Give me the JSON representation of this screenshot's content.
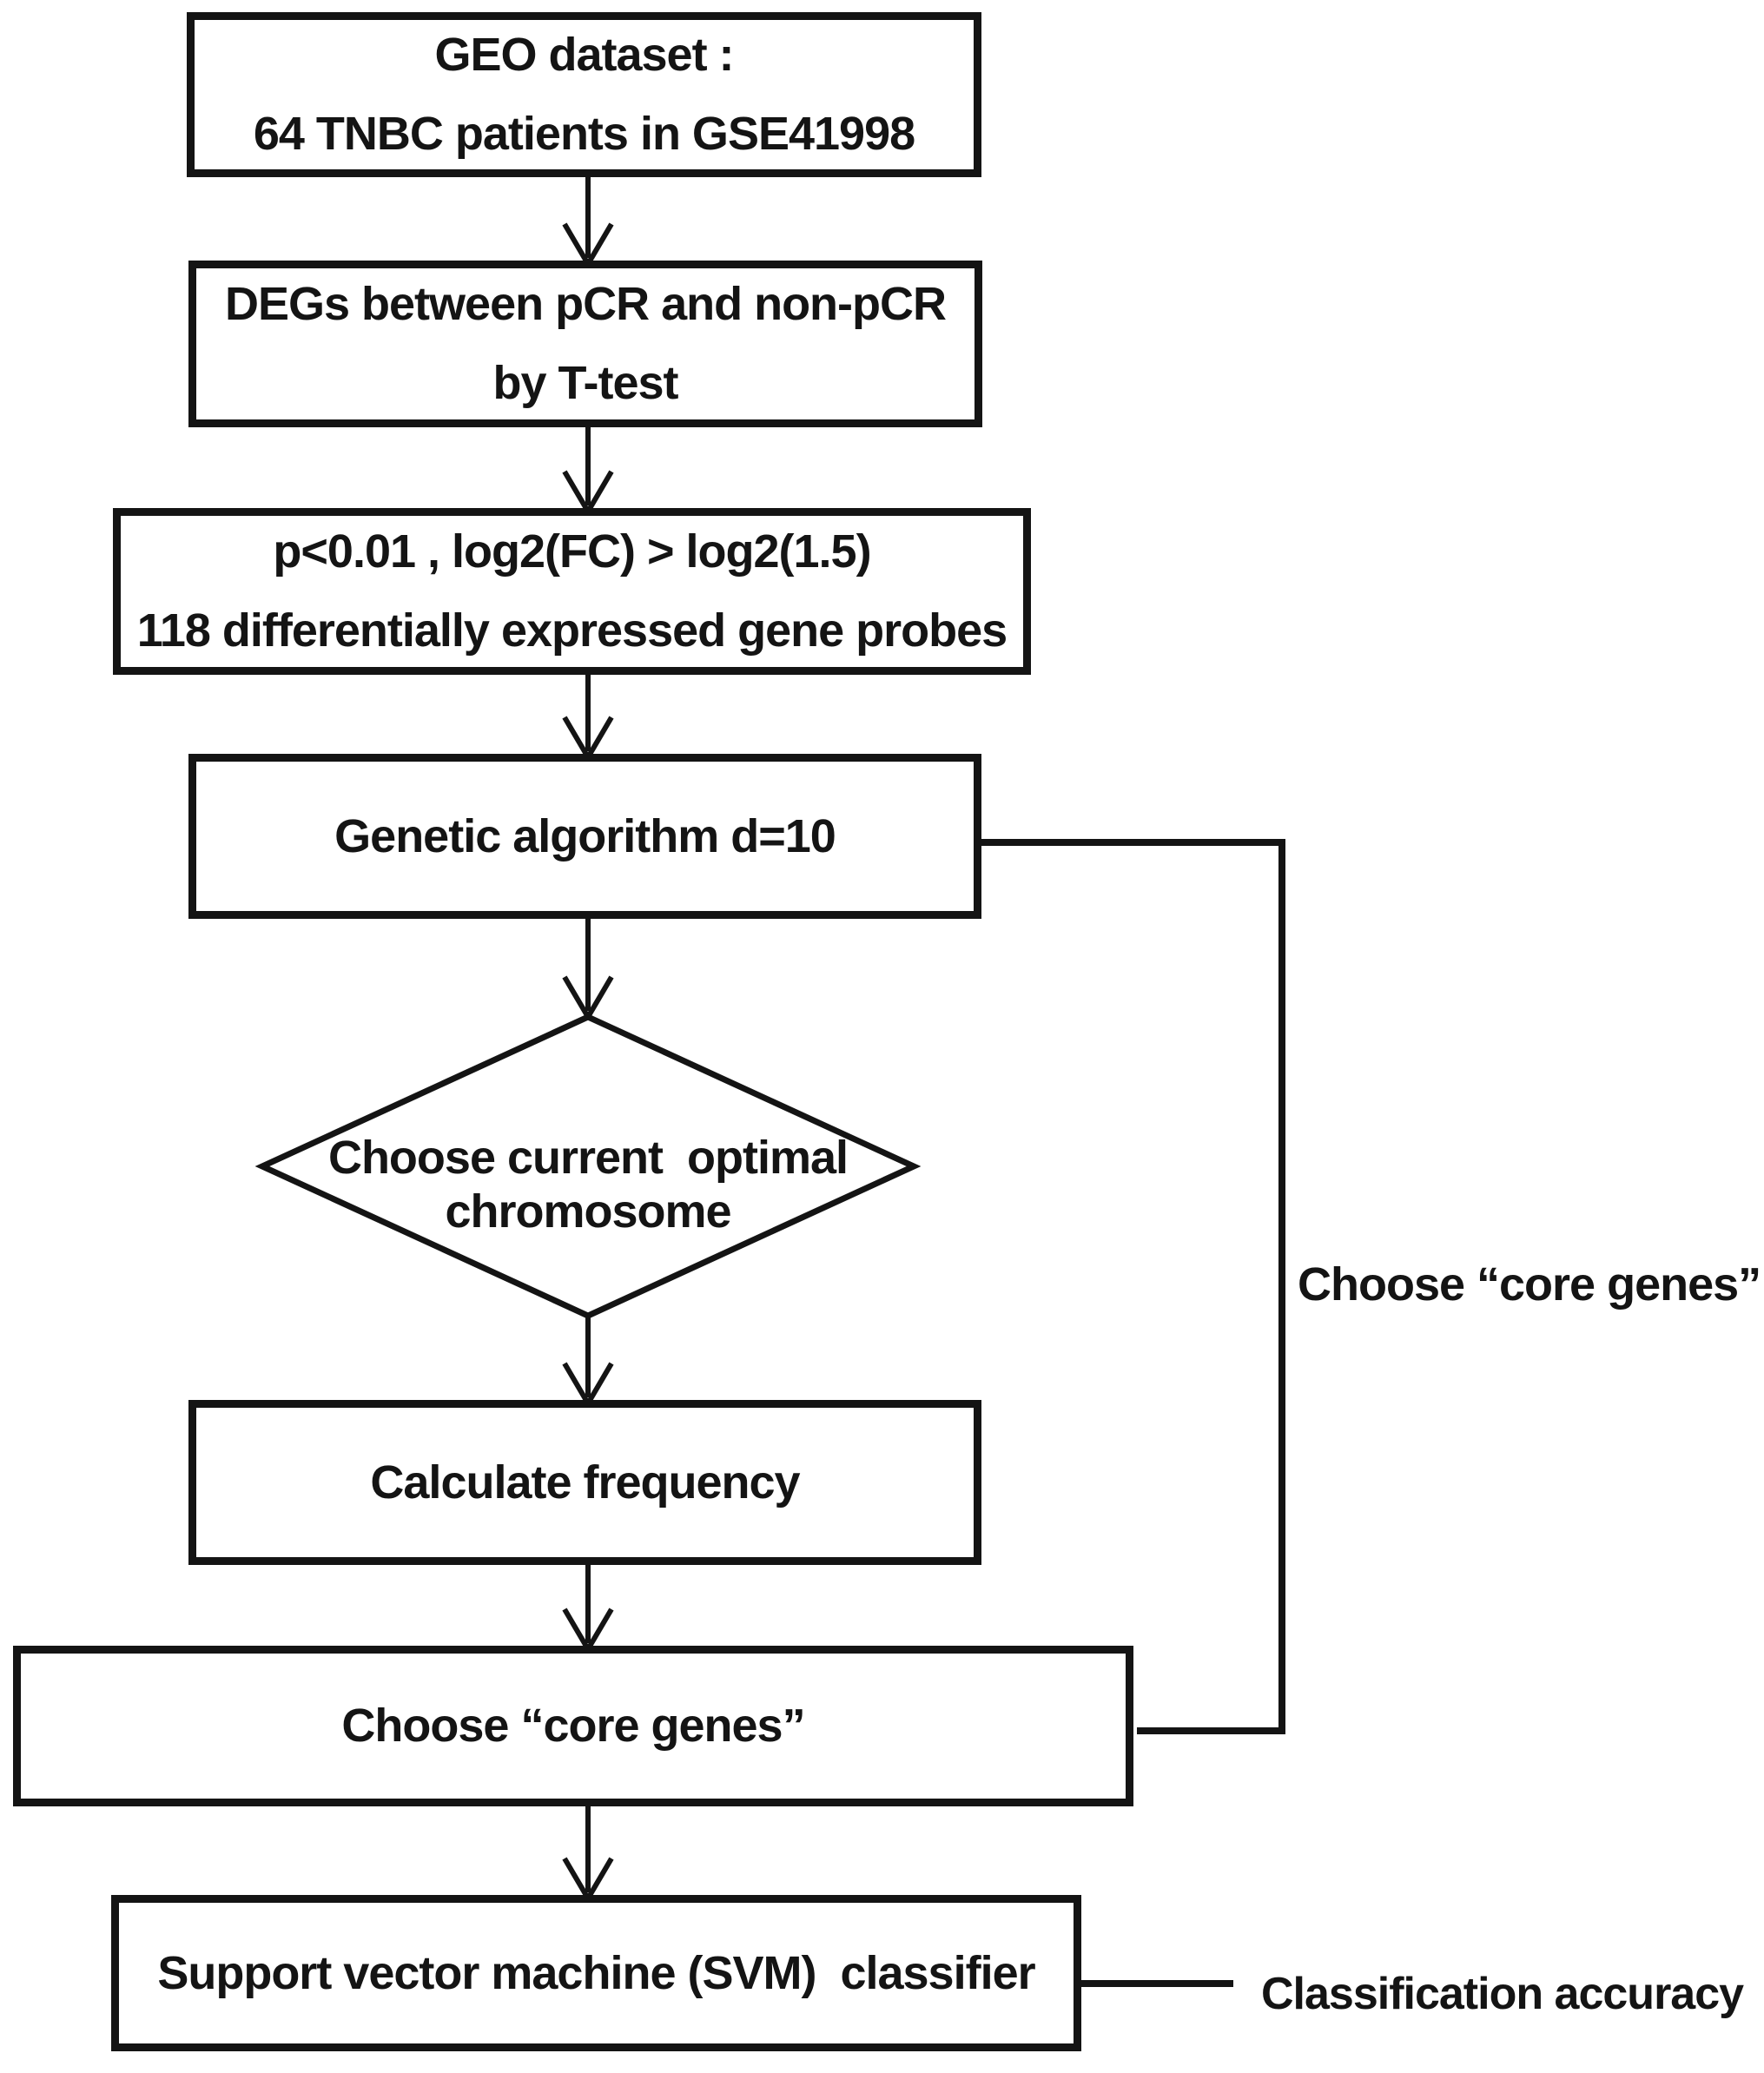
{
  "nodes": {
    "geo": {
      "line1": "GEO dataset :",
      "line2": "64 TNBC patients in GSE41998"
    },
    "degs": {
      "line1": "DEGs between pCR and non-pCR",
      "line2": "by T-test"
    },
    "filter": {
      "line1": "p<0.01 , log2(FC) > log2(1.5)",
      "line2": "118 differentially expressed gene probes"
    },
    "ga": {
      "label": "Genetic algorithm d=10"
    },
    "decision": {
      "line1": "Choose current  optimal",
      "line2": "chromosome"
    },
    "freq": {
      "label": "Calculate frequency"
    },
    "core": {
      "label": "Choose “core genes”"
    },
    "svm": {
      "label": "Support vector machine (SVM)  classifier"
    }
  },
  "labels": {
    "feedback": "Choose “core genes”",
    "output": "Classification accuracy"
  },
  "colors": {
    "stroke": "#141414",
    "background": "#ffffff"
  }
}
